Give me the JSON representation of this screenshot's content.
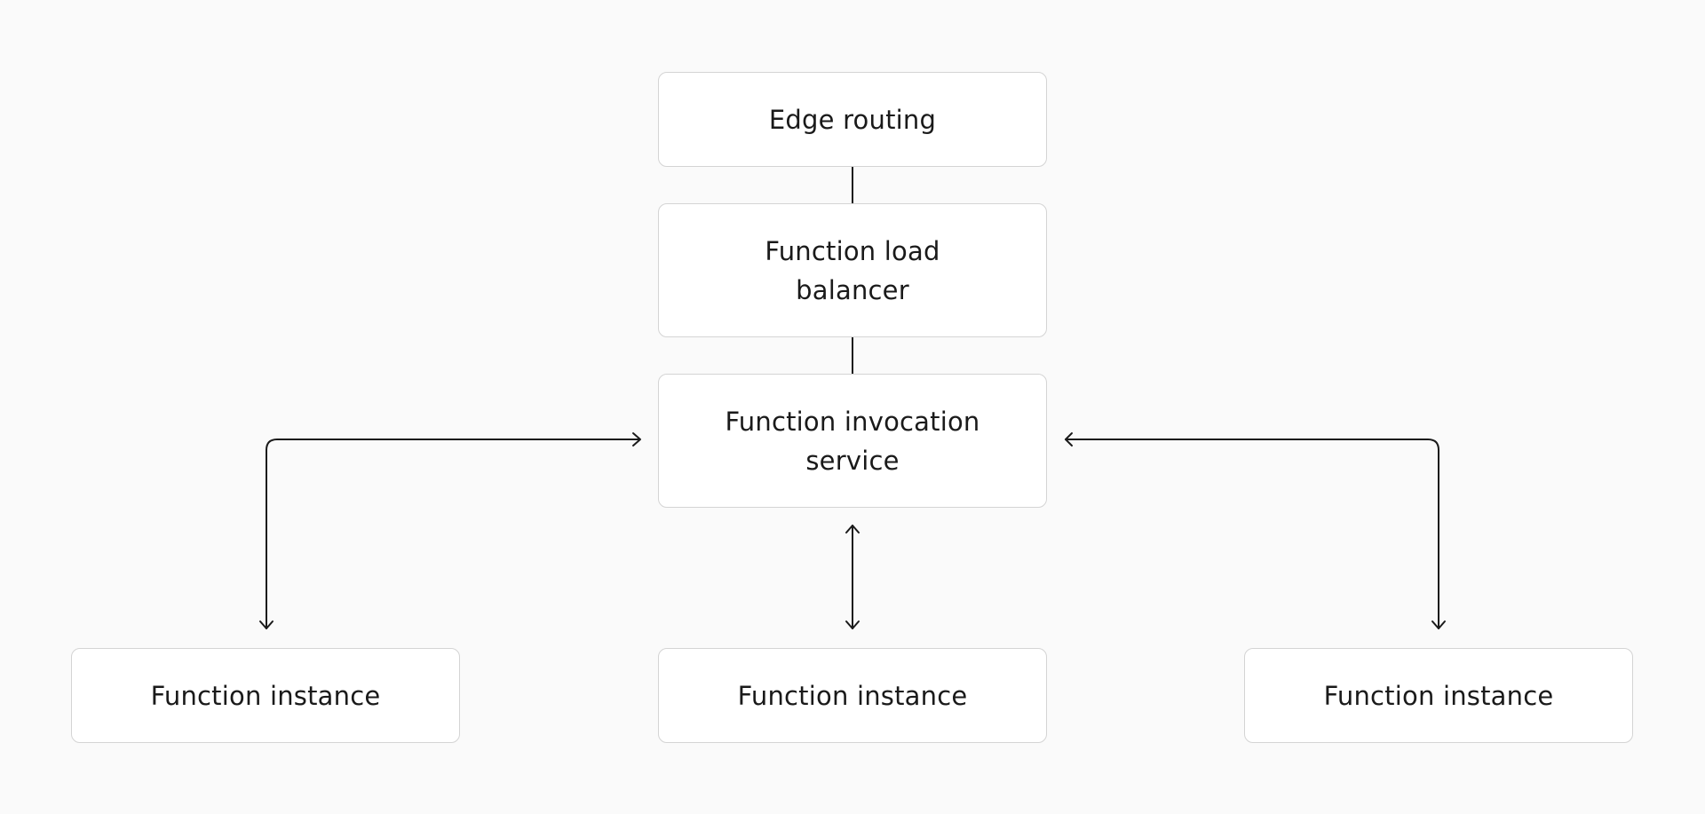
{
  "diagram": {
    "nodes": {
      "edge_routing": "Edge routing",
      "load_balancer": "Function load balancer",
      "invocation_service": "Function invocation service",
      "instance_left": "Function instance",
      "instance_middle": "Function instance",
      "instance_right": "Function instance"
    },
    "edges": [
      {
        "from": "edge_routing",
        "to": "load_balancer",
        "arrows": "none"
      },
      {
        "from": "load_balancer",
        "to": "invocation_service",
        "arrows": "none"
      },
      {
        "from": "invocation_service",
        "to": "instance_left",
        "arrows": "both"
      },
      {
        "from": "invocation_service",
        "to": "instance_middle",
        "arrows": "both"
      },
      {
        "from": "invocation_service",
        "to": "instance_right",
        "arrows": "both"
      }
    ],
    "colors": {
      "background": "#fafafa",
      "node_fill": "#ffffff",
      "node_border": "#d4d4d4",
      "text": "#1a1a1a",
      "connector": "#1a1a1a"
    }
  }
}
